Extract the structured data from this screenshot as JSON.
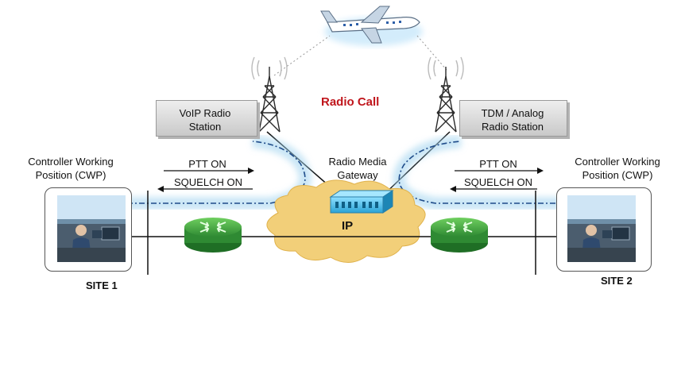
{
  "title": "Radio Call",
  "left_station": {
    "line1": "VoIP Radio",
    "line2": "Station"
  },
  "right_station": {
    "line1": "TDM / Analog",
    "line2": "Radio Station"
  },
  "gateway": {
    "line1": "Radio Media",
    "line2": "Gateway"
  },
  "cwp_left": {
    "line1": "Controller Working",
    "line2": "Position (CWP)"
  },
  "cwp_right": {
    "line1": "Controller Working",
    "line2": "Position (CWP)"
  },
  "left_signals": {
    "ptt": "PTT ON",
    "squelch": "SQUELCH ON"
  },
  "right_signals": {
    "ptt": "PTT ON",
    "squelch": "SQUELCH ON"
  },
  "network_label": "IP",
  "site1": "SITE 1",
  "site2": "SITE 2",
  "colors": {
    "accent_red": "#c0161c",
    "router_green": "#3a9a3c",
    "cloud_gold": "#f1cf7a",
    "gateway_blue": "#58c3ea",
    "signal_glow": "#9fd2ee"
  }
}
